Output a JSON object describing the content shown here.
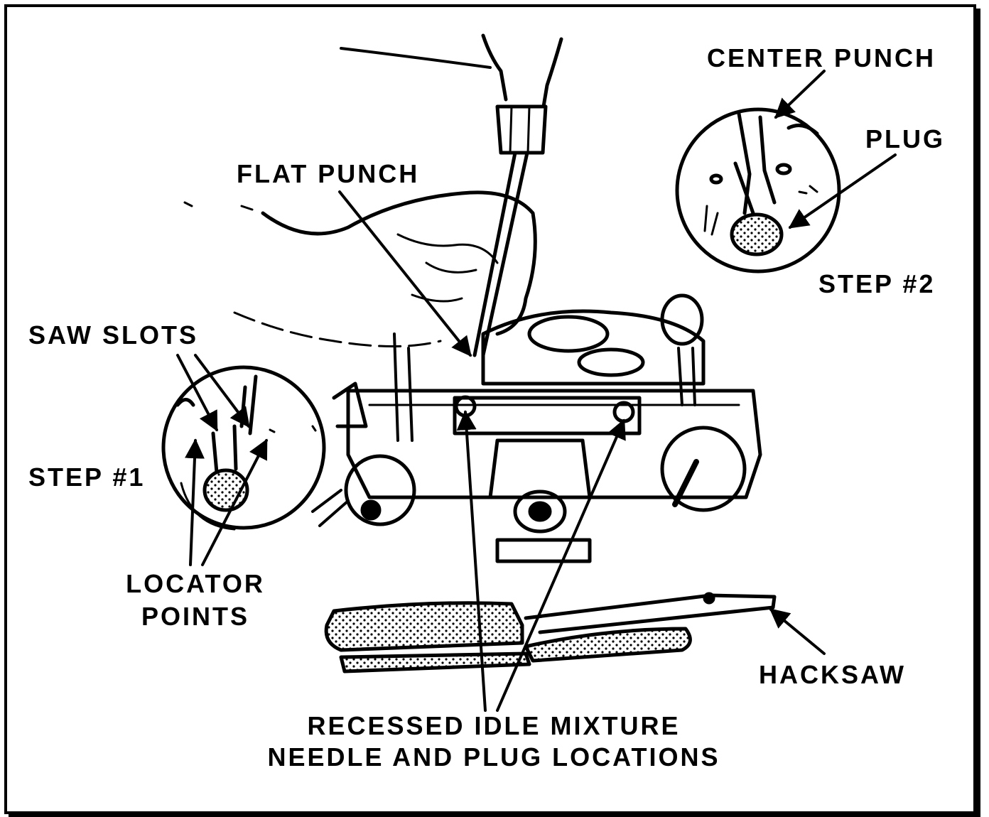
{
  "labels": {
    "center_punch": "CENTER PUNCH",
    "plug": "PLUG",
    "step2": "STEP #2",
    "flat_punch": "FLAT PUNCH",
    "saw_slots": "SAW SLOTS",
    "step1": "STEP #1",
    "locator_line1": "LOCATOR",
    "locator_line2": "POINTS",
    "hacksaw": "HACKSAW",
    "recessed_line1": "RECESSED IDLE MIXTURE",
    "recessed_line2": "NEEDLE AND PLUG LOCATIONS"
  },
  "colors": {
    "ink": "#000000",
    "paper": "#ffffff"
  }
}
